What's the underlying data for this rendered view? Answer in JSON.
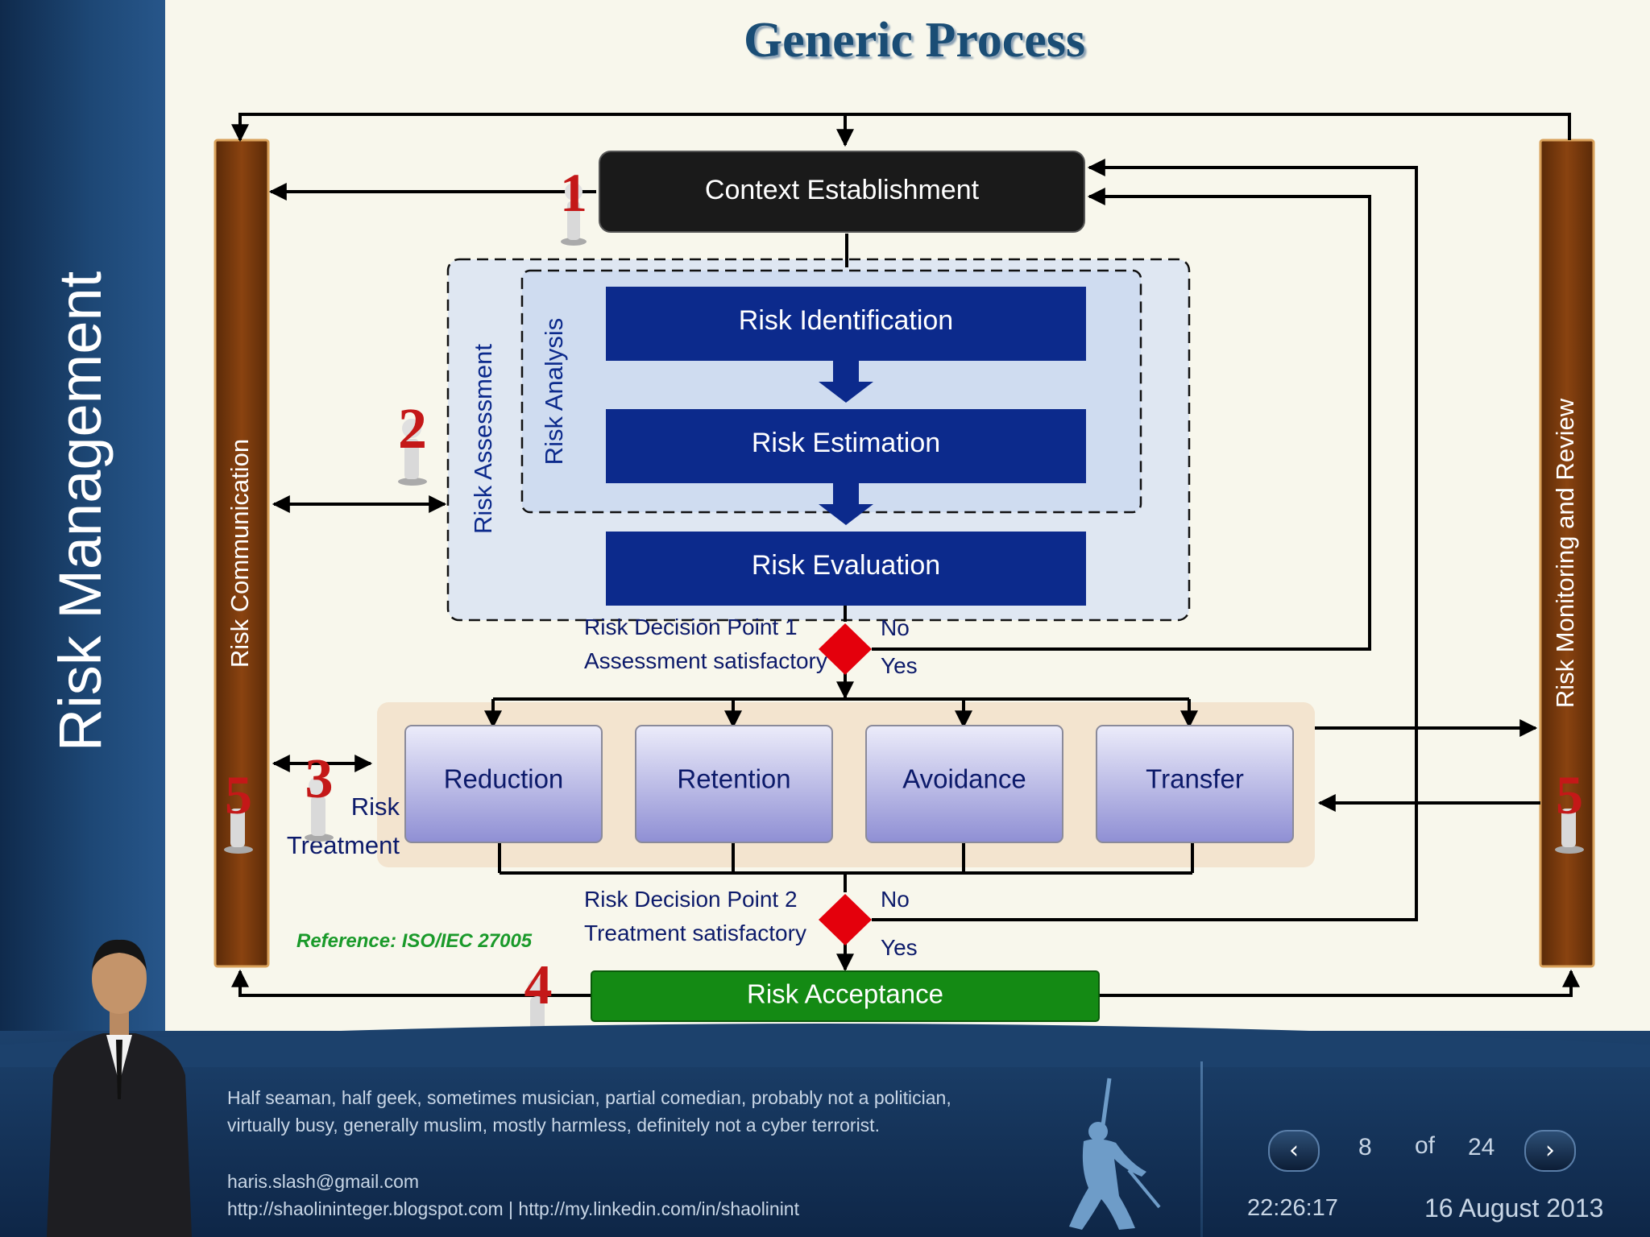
{
  "sidebar": {
    "title": "Risk Management"
  },
  "title": "Generic Process",
  "diagram": {
    "context": "Context Establishment",
    "identification": "Risk Identification",
    "estimation": "Risk Estimation",
    "evaluation": "Risk Evaluation",
    "assessment_label": "Risk Assessment",
    "analysis_label": "Risk Analysis",
    "communication": "Risk Communication",
    "monitoring": "Risk Monitoring and Review",
    "decision1_title": "Risk Decision Point 1",
    "decision1_sub": "Assessment satisfactory",
    "decision2_title": "Risk Decision Point 2",
    "decision2_sub": "Treatment satisfactory",
    "no": "No",
    "yes": "Yes",
    "options": [
      "Reduction",
      "Retention",
      "Avoidance",
      "Transfer"
    ],
    "treatment_line1": "Risk",
    "treatment_line2": "Treatment",
    "acceptance": "Risk Acceptance",
    "reference": "Reference: ISO/IEC 27005",
    "markers": [
      "1",
      "2",
      "3",
      "4",
      "5",
      "5"
    ]
  },
  "footer": {
    "bio1": "Half seaman, half geek, sometimes musician, partial comedian, probably not a politician,",
    "bio2": "virtually busy, generally muslim, mostly harmless, definitely not a cyber terrorist.",
    "email": "haris.slash@gmail.com",
    "links": "http://shaolininteger.blogspot.com  |   http://my.linkedin.com/in/shaolinint"
  },
  "nav": {
    "current": "8",
    "of": "of",
    "total": "24",
    "prev": "‹",
    "next": "›"
  },
  "clock": {
    "time": "22:26:17",
    "date": "16 August 2013"
  },
  "colors": {
    "blue_box": "#0c2a8c",
    "context_box": "#1a1a1a",
    "acceptance_box": "#148a14",
    "side_bar": "#7a3a0c",
    "decision": "#e4000c",
    "label_navy": "#0c1a6a",
    "marker_red": "#c41818"
  }
}
